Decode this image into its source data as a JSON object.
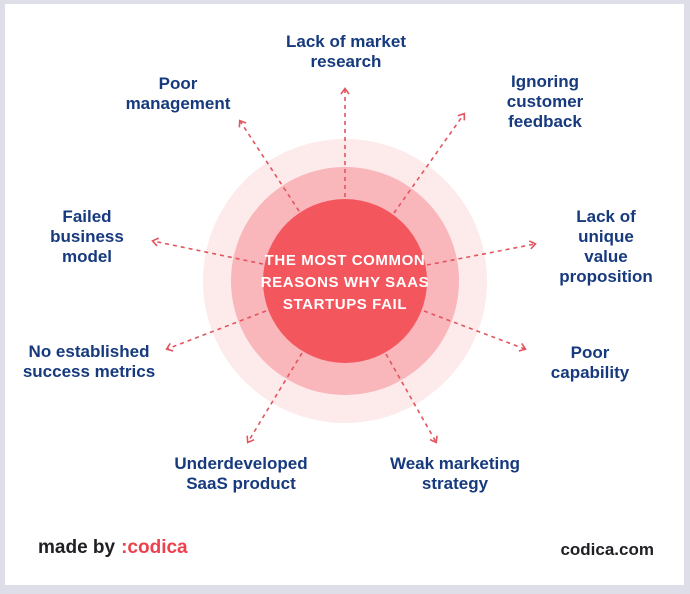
{
  "diagram": {
    "title": "The most common reasons why SaaS startups fail",
    "center_circle": {
      "text": "THE MOST COMMON\nREASONS WHY SAAS\nSTARTUPS FAIL"
    },
    "reasons": [
      {
        "label": "Lack of market\nresearch"
      },
      {
        "label": "Poor\nmanagement"
      },
      {
        "label": "Ignoring customer\nfeedback"
      },
      {
        "label": "Failed\nbusiness\nmodel"
      },
      {
        "label": "Lack of\nunique value\nproposition"
      },
      {
        "label": "No established\nsuccess metrics"
      },
      {
        "label": "Poor\ncapability"
      },
      {
        "label": "Underdeveloped\nSaaS product"
      },
      {
        "label": "Weak marketing\nstrategy"
      }
    ]
  },
  "footer": {
    "made_by": "made by",
    "logo": ":codica",
    "website": "codica.com"
  },
  "colors": {
    "label_navy": "#163a7d",
    "circle_inner": "#f4565e",
    "circle_middle": "#f9b6bb",
    "circle_outer": "#fdeaea",
    "arrow_red": "#e2555f",
    "logo_red": "#ee404e",
    "frame_border": "#dedee9",
    "canvas": "#ffffff"
  }
}
